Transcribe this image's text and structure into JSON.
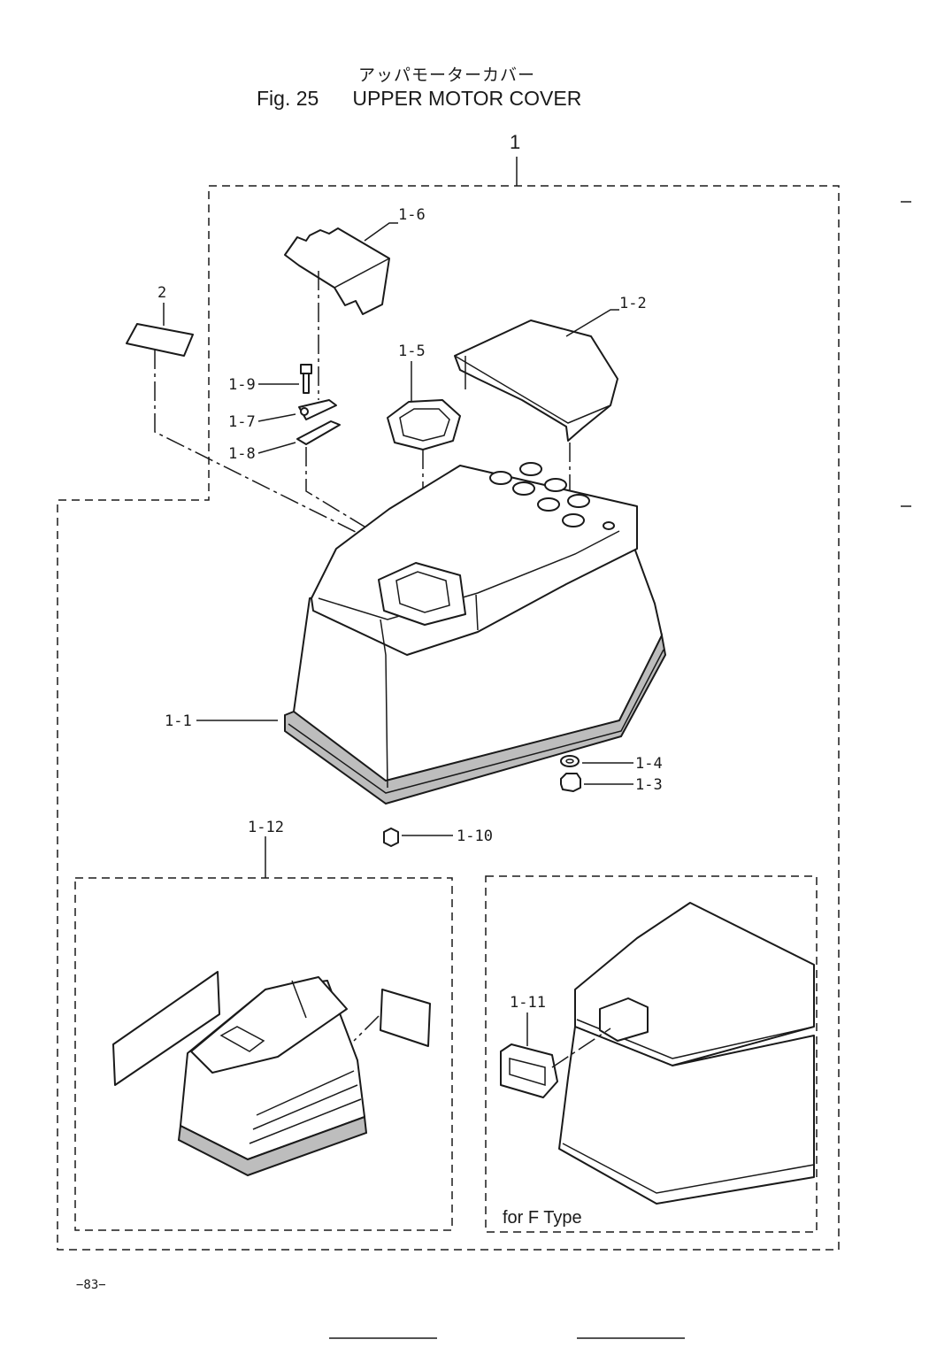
{
  "header": {
    "title_jp": "アッパモーターカバー",
    "fig_number": "Fig. 25",
    "title_en": "UPPER MOTOR COVER"
  },
  "callouts": {
    "c1": "1",
    "c2": "2",
    "c1_1": "1-1",
    "c1_2": "1-2",
    "c1_3": "1-3",
    "c1_4": "1-4",
    "c1_5": "1-5",
    "c1_6": "1-6",
    "c1_7": "1-7",
    "c1_8": "1-8",
    "c1_9": "1-9",
    "c1_10": "1-10",
    "c1_11": "1-11",
    "c1_12": "1-12"
  },
  "inset_f_type_label": "for F Type",
  "page_number": "−83−"
}
